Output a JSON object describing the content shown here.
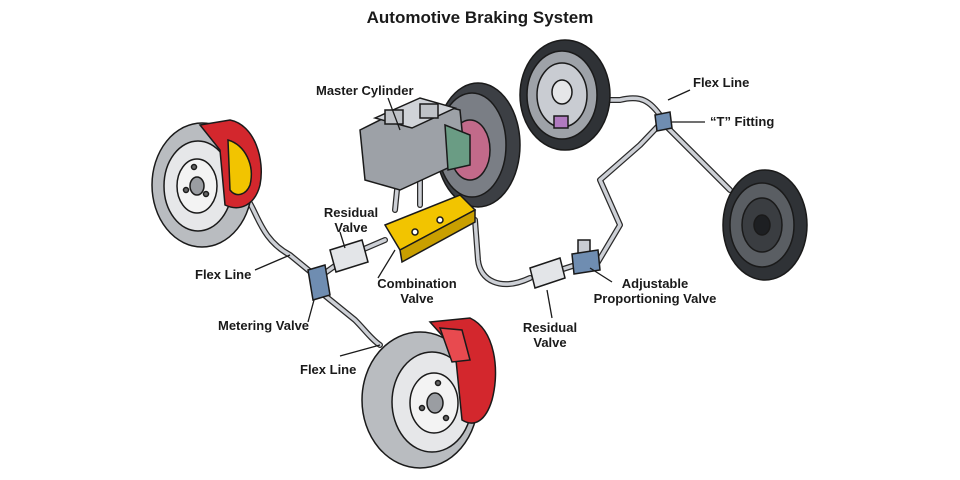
{
  "diagram": {
    "title": "Automotive Braking System",
    "labels": {
      "master_cylinder": "Master Cylinder",
      "flex_line_top_right": "Flex Line",
      "t_fitting": "“T” Fitting",
      "residual_valve_left": [
        "Residual",
        "Valve"
      ],
      "flex_line_left": "Flex Line",
      "combination_valve": [
        "Combination",
        "Valve"
      ],
      "adjustable_proportioning_valve": [
        "Adjustable",
        "Proportioning Valve"
      ],
      "metering_valve": "Metering Valve",
      "residual_valve_bottom": [
        "Residual",
        "Valve"
      ],
      "flex_line_bottom": "Flex Line"
    },
    "colors": {
      "caliper_red": "#d3272d",
      "caliper_yellow": "#f2c400",
      "valve_blue": "#6f8db1",
      "tube_gray": "#c9ccd3",
      "rotor_gray": "#bfc2c6",
      "outline": "#1a1a1a"
    }
  }
}
